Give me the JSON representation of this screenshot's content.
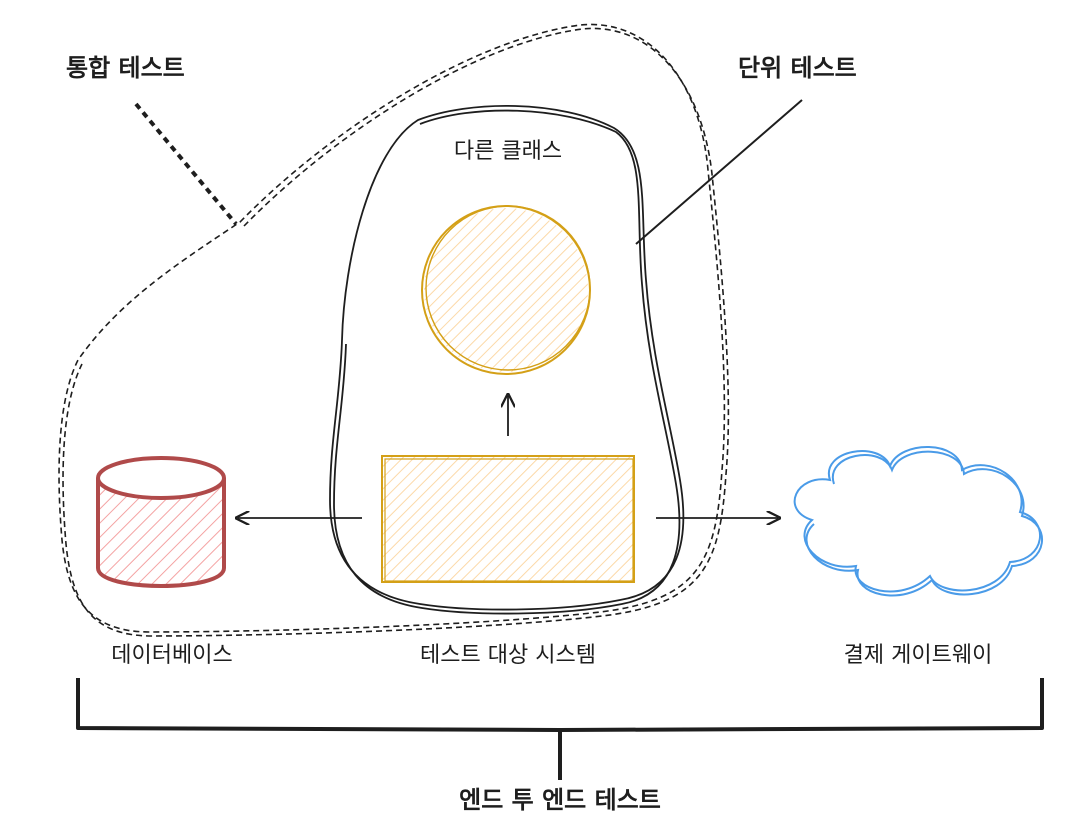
{
  "labels": {
    "integration_test": "통합 테스트",
    "unit_test": "단위 테스트",
    "other_class": "다른 클래스",
    "database": "데이터베이스",
    "system_under_test": "테스트 대상 시스템",
    "payment_gateway": "결제 게이트웨이",
    "end_to_end_test": "엔드 투 엔드 테스트"
  },
  "colors": {
    "stroke": "#1e1e1e",
    "system_under_test": "#d4a017",
    "system_under_test_fill": "#fcd9a8",
    "database": "#b04a4a",
    "database_fill": "#f4a3a3",
    "payment_gateway": "#4a9be8"
  }
}
